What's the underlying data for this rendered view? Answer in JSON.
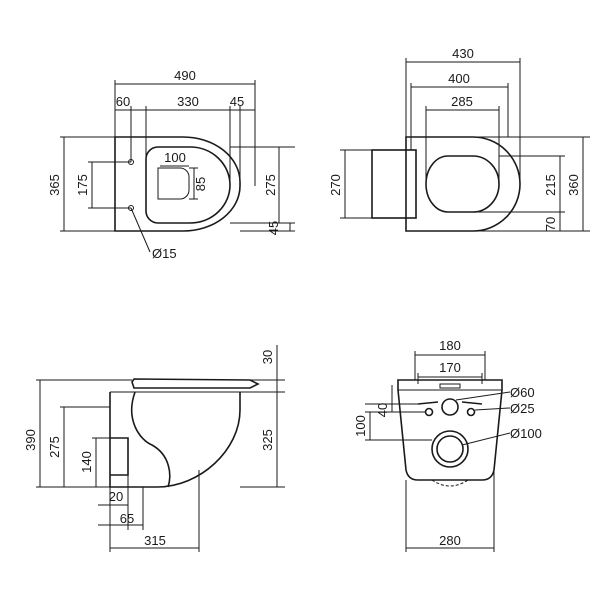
{
  "dimensions": {
    "v1_490": "490",
    "v1_60": "60",
    "v1_330": "330",
    "v1_45a": "45",
    "v1_365": "365",
    "v1_175": "175",
    "v1_100": "100",
    "v1_85": "85",
    "v1_275": "275",
    "v1_45b": "45",
    "v1_d15": "Ø15",
    "v2_430": "430",
    "v2_400": "400",
    "v2_285": "285",
    "v2_270": "270",
    "v2_215": "215",
    "v2_360": "360",
    "v2_70": "70",
    "v3_30": "30",
    "v3_390": "390",
    "v3_275": "275",
    "v3_325": "325",
    "v3_140": "140",
    "v3_20": "20",
    "v3_65": "65",
    "v3_315": "315",
    "v4_180": "180",
    "v4_170": "170",
    "v4_d60": "Ø60",
    "v4_d25": "Ø25",
    "v4_40": "40",
    "v4_100": "100",
    "v4_d100": "Ø100",
    "v4_280": "280"
  }
}
